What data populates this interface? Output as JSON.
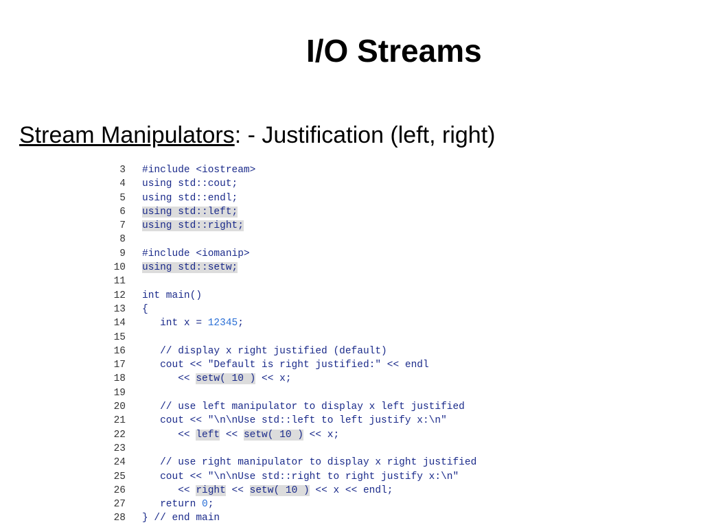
{
  "slide": {
    "title": "I/O Streams",
    "subtitle_underlined": "Stream Manipulators",
    "subtitle_rest": ": - Justification (left, right)"
  },
  "colors": {
    "code_text": "#1a2a8a",
    "code_number": "#2a6fd6",
    "highlight_bg": "#dcdcdc",
    "line_number": "#333333"
  },
  "code_listing": {
    "lines": [
      {
        "num": "3",
        "segments": [
          {
            "text": "#include <iostream>"
          }
        ]
      },
      {
        "num": "4",
        "segments": [
          {
            "text": "using std::cout;"
          }
        ]
      },
      {
        "num": "5",
        "segments": [
          {
            "text": "using std::endl;"
          }
        ]
      },
      {
        "num": "6",
        "segments": [
          {
            "text": "using std::left;",
            "style": "hl"
          }
        ]
      },
      {
        "num": "7",
        "segments": [
          {
            "text": "using std::right;",
            "style": "hl"
          }
        ]
      },
      {
        "num": "8",
        "segments": []
      },
      {
        "num": "9",
        "segments": [
          {
            "text": "#include <iomanip>"
          }
        ]
      },
      {
        "num": "10",
        "segments": [
          {
            "text": "using std::setw;",
            "style": "hl"
          }
        ]
      },
      {
        "num": "11",
        "segments": []
      },
      {
        "num": "12",
        "segments": [
          {
            "text": "int main()"
          }
        ]
      },
      {
        "num": "13",
        "segments": [
          {
            "text": "{"
          }
        ]
      },
      {
        "num": "14",
        "segments": [
          {
            "text": "   int x = "
          },
          {
            "text": "12345",
            "style": "num"
          },
          {
            "text": ";"
          }
        ]
      },
      {
        "num": "15",
        "segments": []
      },
      {
        "num": "16",
        "segments": [
          {
            "text": "   // display x right justified (default)",
            "style": "cm"
          }
        ]
      },
      {
        "num": "17",
        "segments": [
          {
            "text": "   cout << "
          },
          {
            "text": "\"Default is right justified:\"",
            "style": "str"
          },
          {
            "text": " << endl"
          }
        ]
      },
      {
        "num": "18",
        "segments": [
          {
            "text": "      << "
          },
          {
            "text": "setw( 10 )",
            "style": "hl"
          },
          {
            "text": " << x;"
          }
        ]
      },
      {
        "num": "19",
        "segments": []
      },
      {
        "num": "20",
        "segments": [
          {
            "text": "   // use left manipulator to display x left justified",
            "style": "cm"
          }
        ]
      },
      {
        "num": "21",
        "segments": [
          {
            "text": "   cout << "
          },
          {
            "text": "\"\\n\\nUse std::left to left justify x:\\n\"",
            "style": "str"
          }
        ]
      },
      {
        "num": "22",
        "segments": [
          {
            "text": "      << "
          },
          {
            "text": "left",
            "style": "hl"
          },
          {
            "text": " << "
          },
          {
            "text": "setw( 10 )",
            "style": "hl"
          },
          {
            "text": " << x;"
          }
        ]
      },
      {
        "num": "23",
        "segments": []
      },
      {
        "num": "24",
        "segments": [
          {
            "text": "   // use right manipulator to display x right justified",
            "style": "cm"
          }
        ]
      },
      {
        "num": "25",
        "segments": [
          {
            "text": "   cout << "
          },
          {
            "text": "\"\\n\\nUse std::right to right justify x:\\n\"",
            "style": "str"
          }
        ]
      },
      {
        "num": "26",
        "segments": [
          {
            "text": "      << "
          },
          {
            "text": "right",
            "style": "hl"
          },
          {
            "text": " << "
          },
          {
            "text": "setw( 10 )",
            "style": "hl"
          },
          {
            "text": " << x << endl;"
          }
        ]
      },
      {
        "num": "27",
        "segments": [
          {
            "text": "   return "
          },
          {
            "text": "0",
            "style": "num"
          },
          {
            "text": ";"
          }
        ]
      },
      {
        "num": "28",
        "segments": [
          {
            "text": "} // end main"
          }
        ]
      }
    ]
  }
}
